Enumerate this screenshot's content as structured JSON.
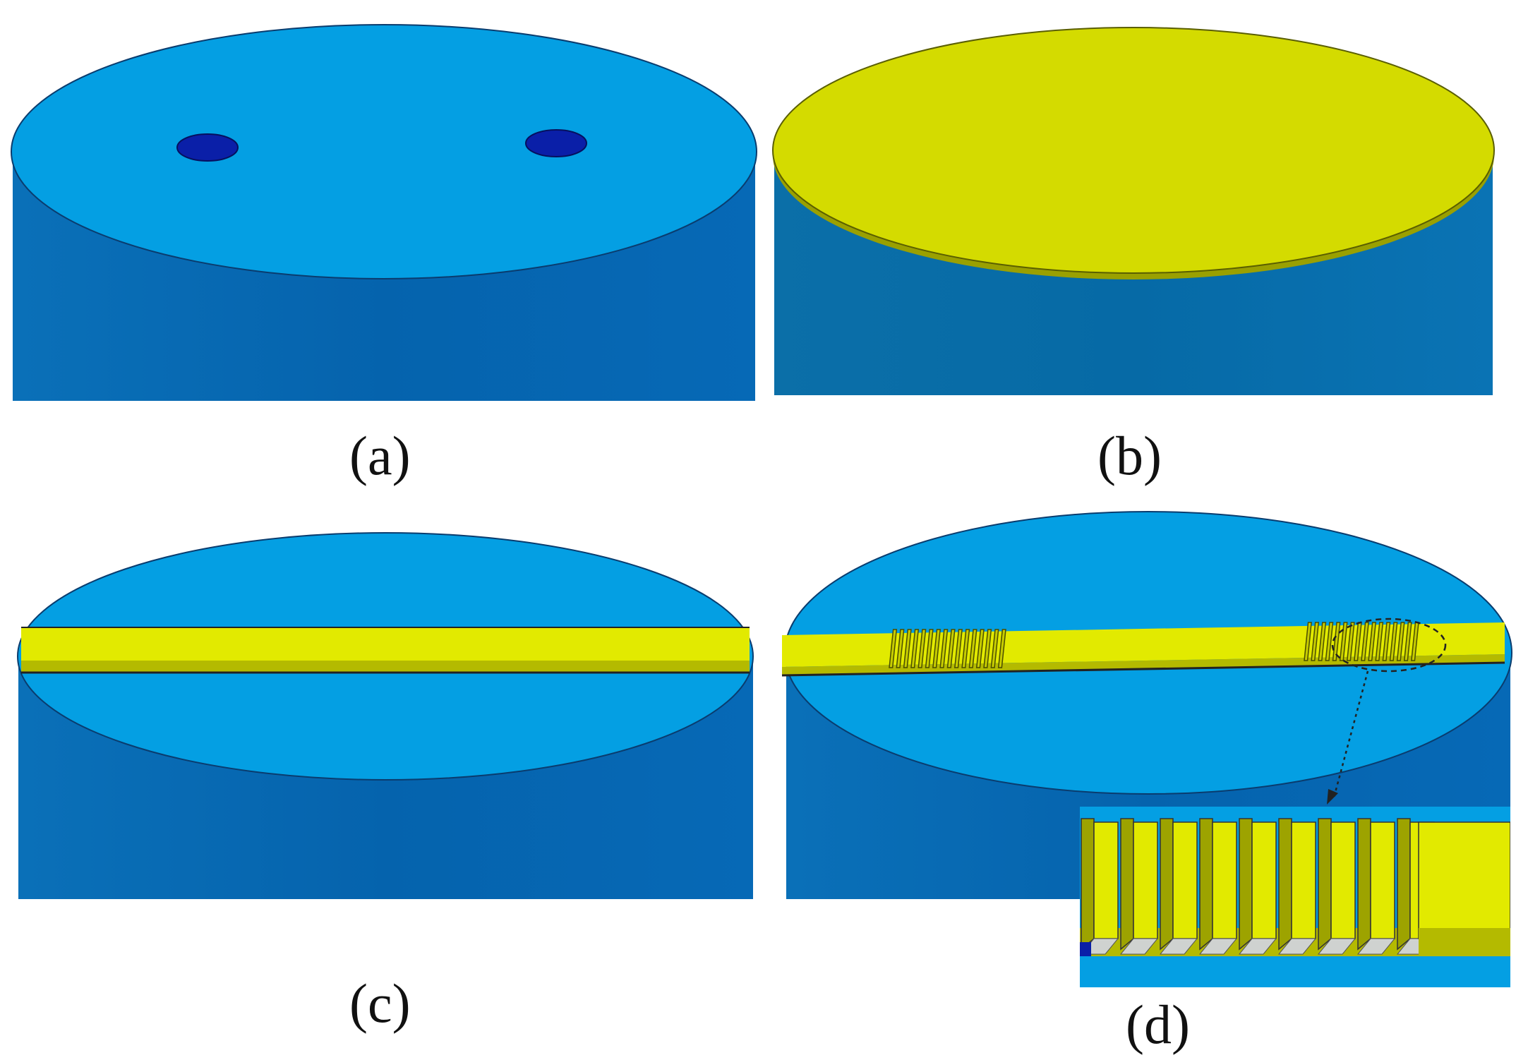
{
  "panels": [
    {
      "id": "a",
      "label": "(a)",
      "description_kind": "cylinder-top-with-two-holes"
    },
    {
      "id": "b",
      "label": "(b)",
      "description_kind": "cylinder-with-yellow-coating"
    },
    {
      "id": "c",
      "label": "(c)",
      "description_kind": "cylinder-with-yellow-strip"
    },
    {
      "id": "d",
      "label": "(d)",
      "description_kind": "cylinder-with-grated-strip-and-inset"
    }
  ],
  "colors": {
    "top_face": "#049fe3",
    "side_body": "#0566b0",
    "side_body_light": "#0572bd",
    "hole": "#0a1fa8",
    "coating": "#d4db00",
    "strip": "#e2ea00",
    "strip_shadow": "#b4ba00",
    "outline": "#1a1a1a"
  }
}
